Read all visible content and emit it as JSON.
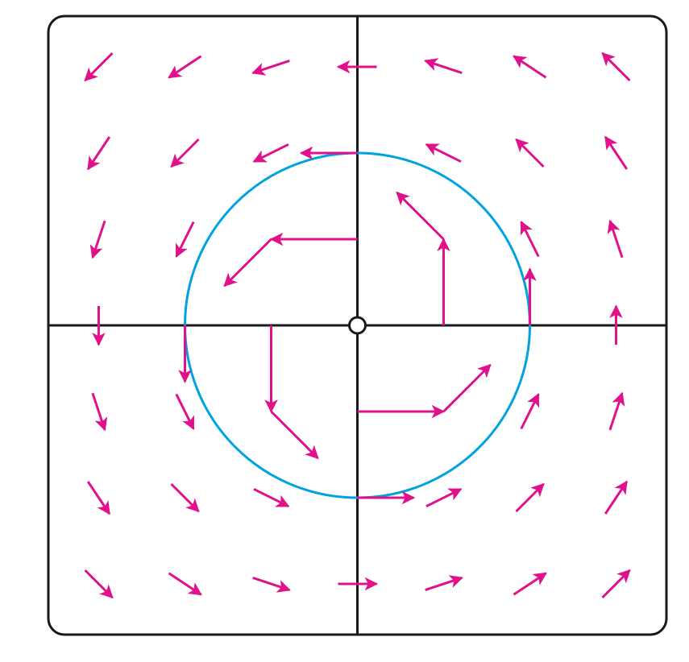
{
  "diagram": {
    "type": "vector-field",
    "field": "(-y, x)",
    "grid_x": [
      -3,
      -2,
      -1,
      0,
      1,
      2,
      3
    ],
    "grid_y": [
      -3,
      -2,
      -1,
      0,
      1,
      2,
      3
    ],
    "circle_radius": 2,
    "origin_marker": "open-circle",
    "colors": {
      "arrow": "#e0118a",
      "circle": "#00a3e0",
      "axes": "#1a1a1a",
      "frame": "#1a1a1a"
    }
  }
}
